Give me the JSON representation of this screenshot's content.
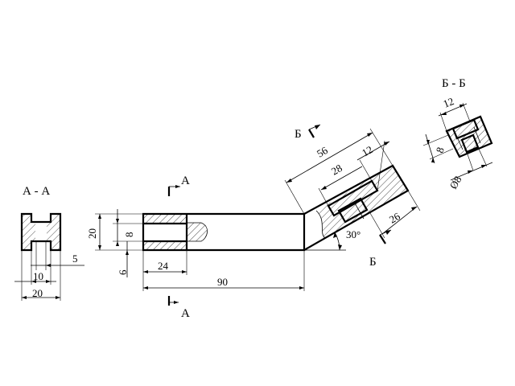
{
  "section_aa": {
    "title": "А - А",
    "cut_label_top": "А",
    "cut_label_bottom": "А",
    "dims": {
      "width": "20",
      "slot": "10",
      "offset": "5"
    }
  },
  "main_view": {
    "dims": {
      "total_length": "90",
      "hatched_length": "24",
      "height": "20",
      "slot_height": "8",
      "bottom_step": "6"
    }
  },
  "inclined_arm": {
    "angle": "30°",
    "dims": {
      "length": "56",
      "hole_length": "28",
      "hole_width": "12",
      "height": "26"
    },
    "cut_label_top": "Б",
    "cut_label_bottom": "Б"
  },
  "section_bb": {
    "title": "Б - Б",
    "dims": {
      "width": "12",
      "depth": "8",
      "diameter": "Ø8"
    }
  }
}
